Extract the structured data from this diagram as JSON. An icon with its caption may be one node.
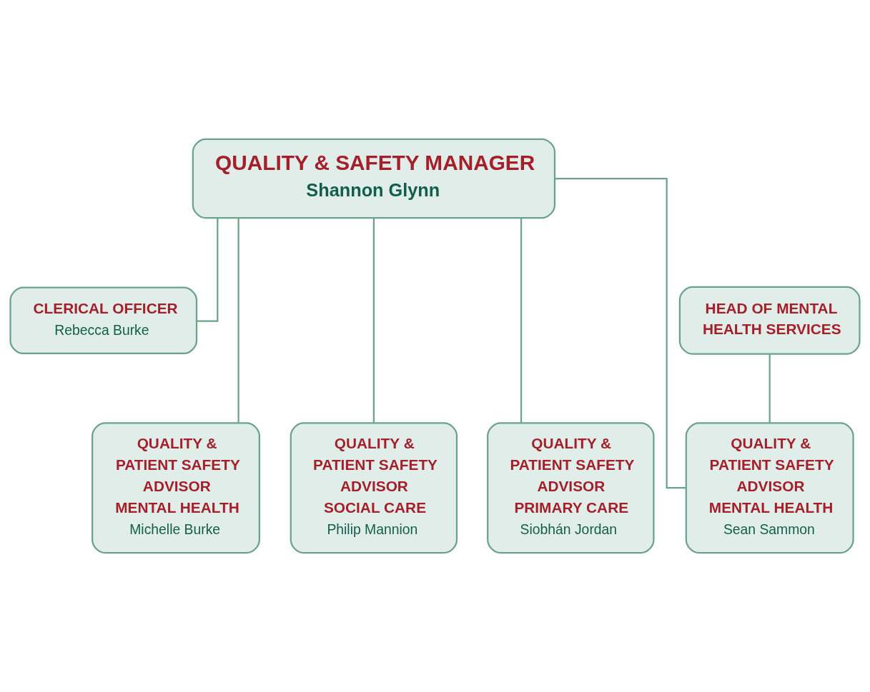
{
  "diagram": {
    "nodes": [
      {
        "text": [
          "QUALITY & SAFETY MANAGER",
          "Shannon Glynn"
        ]
      },
      {
        "text": [
          "CLERICAL OFFICER",
          "Rebecca Burke"
        ]
      },
      {
        "text": [
          "HEAD OF MENTAL HEALTH SERVICES"
        ]
      },
      {
        "text": [
          "QUALITY & PATIENT SAFETY ADVISOR",
          "MENTAL HEALTH",
          "Michelle Burke"
        ]
      },
      {
        "text": [
          "QUALITY & PATIENT SAFETY ADVISOR",
          "SOCIAL CARE",
          "Philip Mannion"
        ]
      },
      {
        "text": [
          "QUALITY & PATIENT SAFETY ADVISOR",
          "PRIMARY CARE",
          "Siobhán Jordan"
        ]
      },
      {
        "text": [
          "QUALITY & PATIENT SAFETY ADVISOR",
          "MENTAL HEALTH",
          "Sean Sammon"
        ]
      }
    ],
    "edges": [
      {
        "from": 0,
        "to": 1,
        "arrow": "none"
      },
      {
        "from": 0,
        "to": 3,
        "arrow": "none"
      },
      {
        "from": 0,
        "to": 4,
        "arrow": "none"
      },
      {
        "from": 0,
        "to": 5,
        "arrow": "none"
      },
      {
        "from": 0,
        "to": 6,
        "arrow": "none"
      },
      {
        "from": 2,
        "to": 6,
        "arrow": "none"
      }
    ]
  }
}
